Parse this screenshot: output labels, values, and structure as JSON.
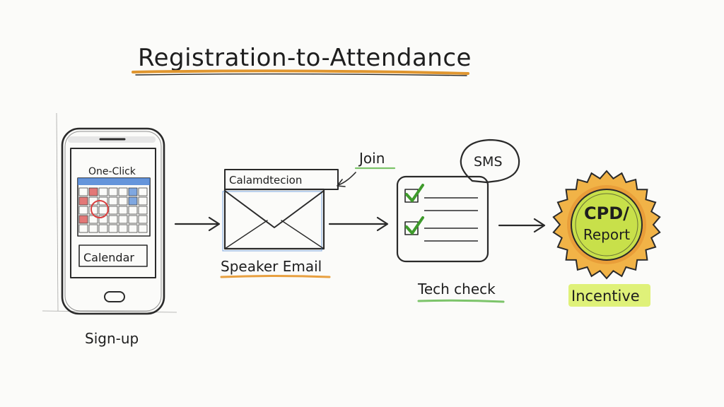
{
  "title": "Registration-to-Attendance",
  "steps": {
    "signup": {
      "caption": "Sign-up",
      "screen_top_label": "One-Click",
      "screen_bottom_label": "Calendar"
    },
    "email": {
      "caption": "Speaker Email",
      "header_label": "Calamdtecion",
      "join_label": "Join"
    },
    "techcheck": {
      "caption": "Tech check",
      "bubble_label": "SMS"
    },
    "incentive": {
      "caption": "Incentive",
      "badge_line1": "CPD/",
      "badge_line2": "Report"
    }
  },
  "colors": {
    "title_underline": "#e0962f",
    "email_underline": "#e8a040",
    "techcheck_underline": "#7cc46a",
    "incentive_highlight": "#d9ef63",
    "badge_outer": "#f1b347",
    "badge_inner": "#c8e04a",
    "check_green": "#3f9b2c",
    "calendar_blue": "#4a83d6",
    "calendar_red": "#d94040"
  }
}
